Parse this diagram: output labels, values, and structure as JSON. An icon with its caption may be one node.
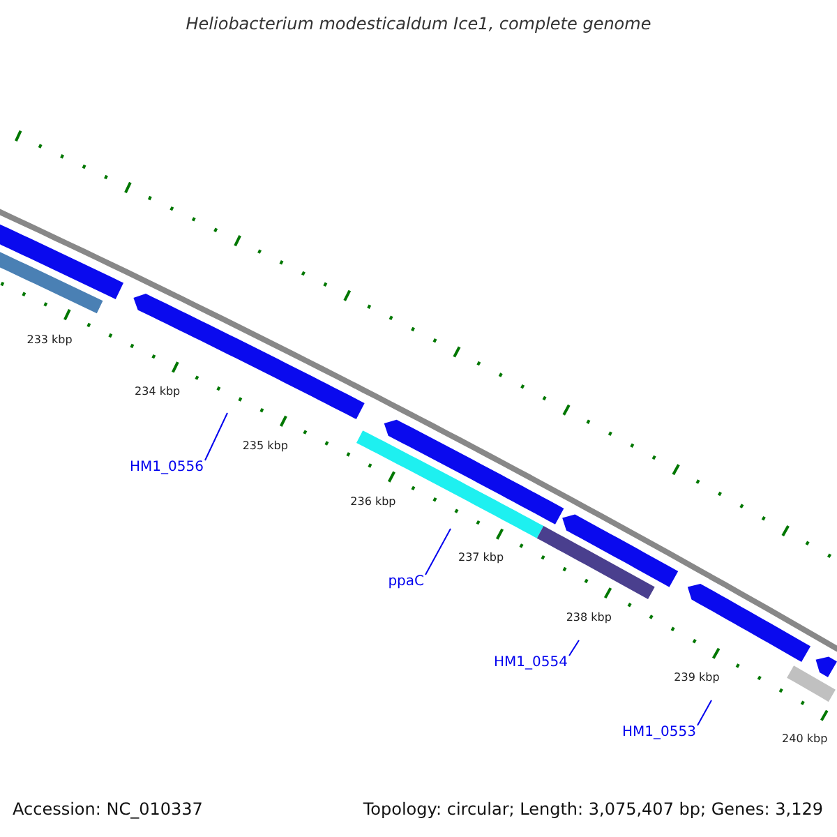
{
  "diagram": {
    "title": "Heliobacterium modesticaldum Ice1, complete genome",
    "nodes": [
      {
        "text": [],
        "shape": "arrow"
      },
      {
        "text": [],
        "shape": "bar"
      },
      {
        "text": [],
        "shape": "arrow"
      },
      {
        "text": [
          "HM1_0556"
        ]
      },
      {
        "text": [],
        "shape": "arrow"
      },
      {
        "text": [],
        "shape": "bar"
      },
      {
        "text": [
          "ppaC"
        ]
      },
      {
        "text": [],
        "shape": "arrow"
      },
      {
        "text": [],
        "shape": "bar"
      },
      {
        "text": [
          "HM1_0554"
        ]
      },
      {
        "text": [],
        "shape": "arrow"
      },
      {
        "text": [
          "HM1_0553"
        ]
      },
      {
        "text": [],
        "shape": "arrow"
      },
      {
        "text": [],
        "shape": "bar"
      }
    ],
    "edges": [
      {
        "from": 3,
        "to": null,
        "arrow": "none"
      },
      {
        "from": 6,
        "to": null,
        "arrow": "none"
      },
      {
        "from": 9,
        "to": null,
        "arrow": "none"
      },
      {
        "from": 11,
        "to": null,
        "arrow": "none"
      }
    ],
    "labels": [
      "233 kbp",
      "234 kbp",
      "235 kbp",
      "236 kbp",
      "237 kbp",
      "238 kbp",
      "239 kbp",
      "240 kbp",
      "Accession: NC_010337",
      "Topology: circular; Length: 3,075,407 bp; Genes: 3,129"
    ]
  }
}
